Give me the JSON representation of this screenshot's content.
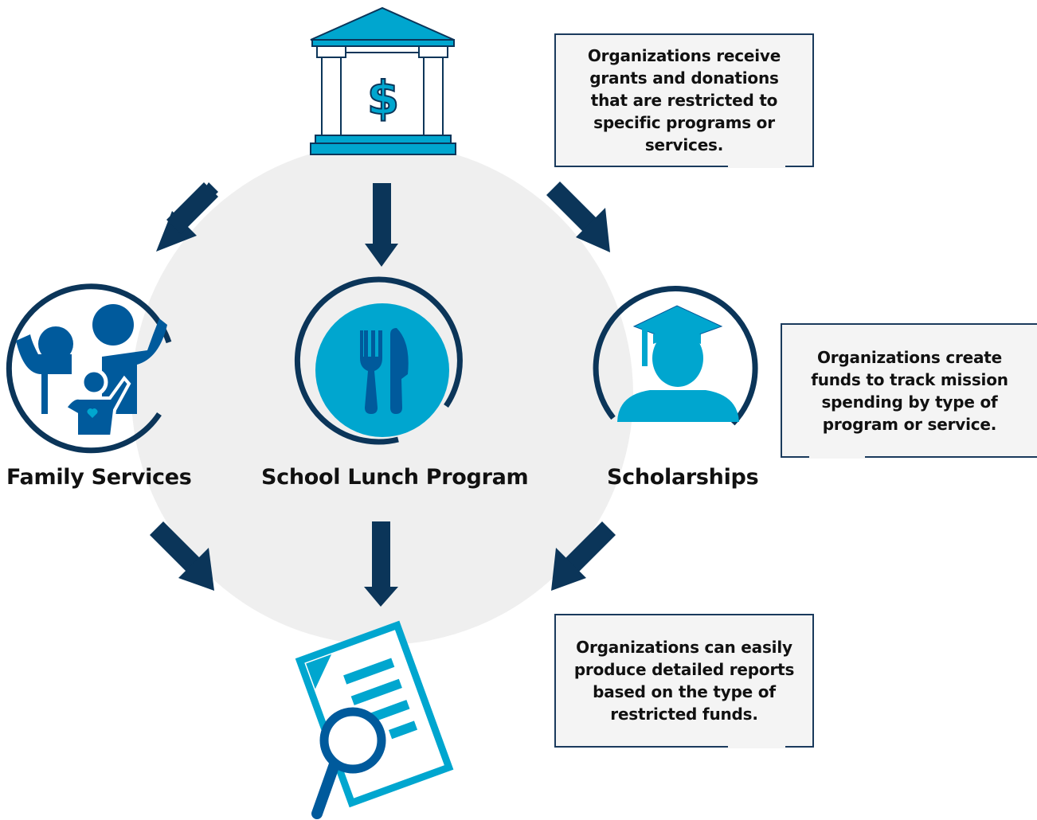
{
  "programs": {
    "family": {
      "label": "Family Services",
      "icon": "family-icon"
    },
    "lunch": {
      "label": "School Lunch Program",
      "icon": "fork-knife-icon"
    },
    "scholarships": {
      "label": "Scholarships",
      "icon": "graduate-icon"
    }
  },
  "source": {
    "icon": "bank-dollar-icon"
  },
  "output": {
    "icon": "report-magnifier-icon"
  },
  "notes": {
    "receive": "Organizations receive grants and donations that are restricted to specific programs or services.",
    "create": "Organizations create funds to track mission spending by type of program or service.",
    "reports": "Organizations can easily produce  detailed reports based on the type of restricted funds."
  },
  "colors": {
    "navy": "#0b3559",
    "blue": "#005a9c",
    "cyan": "#00a6cf",
    "light_bg": "#efefef"
  }
}
